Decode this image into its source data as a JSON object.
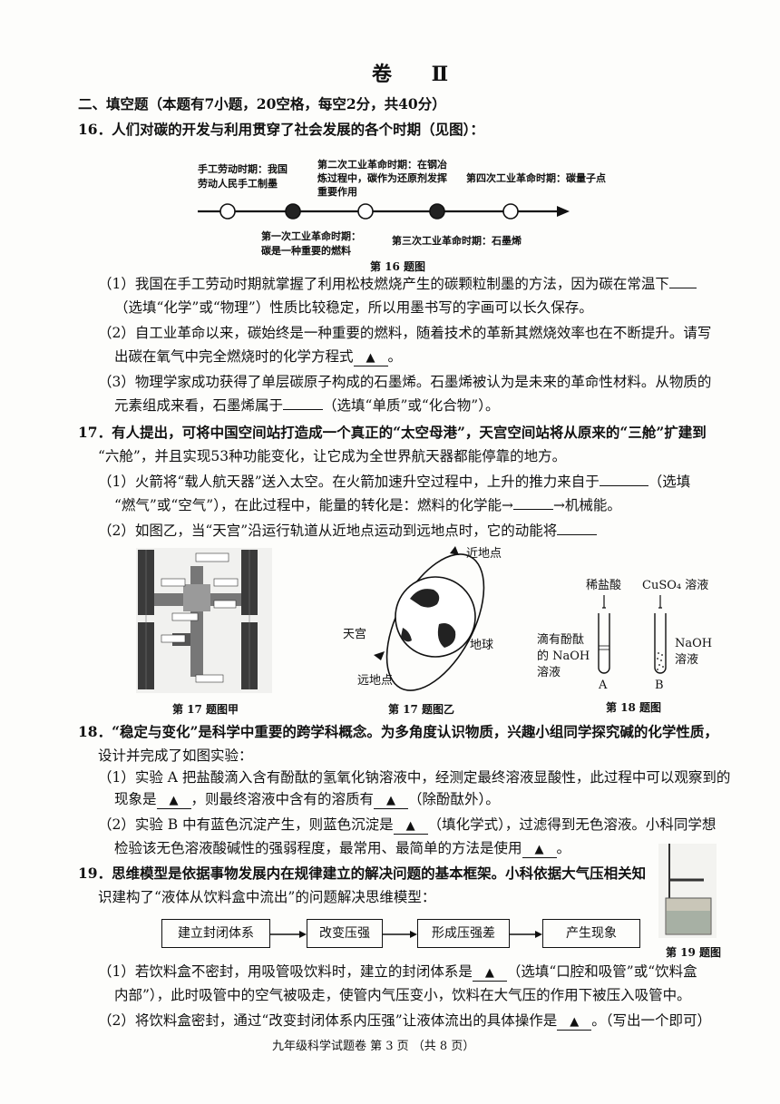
{
  "volume_title": "卷 Ⅱ",
  "section_heading": "二、填空题（本题有7小题，20空格，每空2分，共40分）",
  "q16": {
    "stem": "16．人们对碳的开发与利用贯穿了社会发展的各个时期（见图）：",
    "timeline": {
      "label_handcraft_1": "手工劳动时期：我国",
      "label_handcraft_2": "劳动人民手工制墨",
      "label_second_1": "第二次工业革命时期：在钢冶",
      "label_second_2": "炼过程中，碳作为还原剂发挥",
      "label_second_3": "重要作用",
      "label_fourth": "第四次工业革命时期：碳量子点",
      "label_first_1": "第一次工业革命时期：",
      "label_first_2": "碳是一种重要的燃料",
      "label_third": "第三次工业革命时期：石墨烯",
      "caption": "第 16 题图"
    },
    "p1_line1": "（1）我国在手工劳动时期就掌握了利用松枝燃烧产生的碳颗粒制墨的方法，因为碳在常温下",
    "p1_line2": "（选填“化学”或“物理”）性质比较稳定，所以用墨书写的字画可以长久保存。",
    "p2_line1": "（2）自工业革命以来，碳始终是一种重要的燃料，随着技术的革新其燃烧效率也在不断提升。请写",
    "p2_line2a": "出碳在氧气中完全燃烧时的化学方程式",
    "p2_line2b": "。",
    "p3_line1": "（3）物理学家成功获得了单层碳原子构成的石墨烯。石墨烯被认为是未来的革命性材料。从物质的",
    "p3_line2a": "元素组成来看，石墨烯属于",
    "p3_line2b": "（选填“单质”或“化合物”）。"
  },
  "q17": {
    "line1": "17．有人提出，可将中国空间站打造成一个真正的“太空母港”，天宫空间站将从原来的“三舱”扩建到",
    "line2": "“六舱”，并且实现53种功能变化，让它成为全世界航天器都能停靠的地方。",
    "p1_line1a": "（1）火箭将“载人航天器”送入太空。在火箭加速升空过程中，上升的推力来自于",
    "p1_line1b": "（选填",
    "p1_line2a": "“燃气”或“空气”），在此过程中，能量的转化是：燃料的化学能→",
    "p1_line2b": "→机械能。",
    "p2_line1": "（2）如图乙，当“天宫”沿运行轨道从近地点运动到远地点时，它的动能将",
    "fig_jia_caption": "第 17 题图甲",
    "fig_yi_caption": "第 17 题图乙",
    "fig_yi_near": "近地点",
    "fig_yi_far": "远地点",
    "fig_yi_tiangong": "天宫",
    "fig_yi_earth": "地球"
  },
  "q18_fig": {
    "hcl": "稀盐酸",
    "cuso4": "CuSO₄ 溶液",
    "left_label_1": "滴有酚酞",
    "left_label_2": "的 NaOH",
    "left_label_3": "溶液",
    "right_label_1": "NaOH",
    "right_label_2": "溶液",
    "tube_a": "A",
    "tube_b": "B",
    "caption": "第 18 题图"
  },
  "q18": {
    "line1": "18．“稳定与变化”是科学中重要的跨学科概念。为多角度认识物质，兴趣小组同学探究碱的化学性质，",
    "line2": "设计并完成了如图实验：",
    "p1_line1": "（1）实验 A 把盐酸滴入含有酚酞的氢氧化钠溶液中，经测定最终溶液显酸性，此过程中可以观察到的",
    "p1_line2a": "现象是",
    "p1_line2b": "，则最终溶液中含有的溶质有",
    "p1_line2c": "（除酚酞外）。",
    "p2_line1a": "（2）实验 B 中有蓝色沉淀产生，则蓝色沉淀是",
    "p2_line1b": "（填化学式），过滤得到无色溶液。小科同学想",
    "p2_line2a": "检验该无色溶液酸碱性的强弱程度，最常用、最简单的方法是使用",
    "p2_line2b": "。"
  },
  "q19": {
    "line1": "19．思维模型是依据事物发展内在规律建立的解决问题的基本框架。小科依据大气压相关知",
    "line2": "识建构了“液体从饮料盒中流出”的问题解决思维模型：",
    "flow": [
      "建立封闭体系",
      "改变压强",
      "形成压强差",
      "产生现象"
    ],
    "fig_caption": "第 19 题图",
    "p1_line1a": "（1）若饮料盒不密封，用吸管吸饮料时，建立的封闭体系是",
    "p1_line1b": "（选填“口腔和吸管”或“饮料盒",
    "p1_line2": "内部”），此时吸管中的空气被吸走，使管内气压变小，饮料在大气压的作用下被压入吸管中。",
    "p2_line1a": "（2）将饮料盒密封，通过“改变封闭体系内压强”让液体流出的具体操作是",
    "p2_line1b": "。（写出一个即可）"
  },
  "answer_mark": "▲",
  "footer": "九年级科学试题卷  第 3 页  （共 8 页）"
}
